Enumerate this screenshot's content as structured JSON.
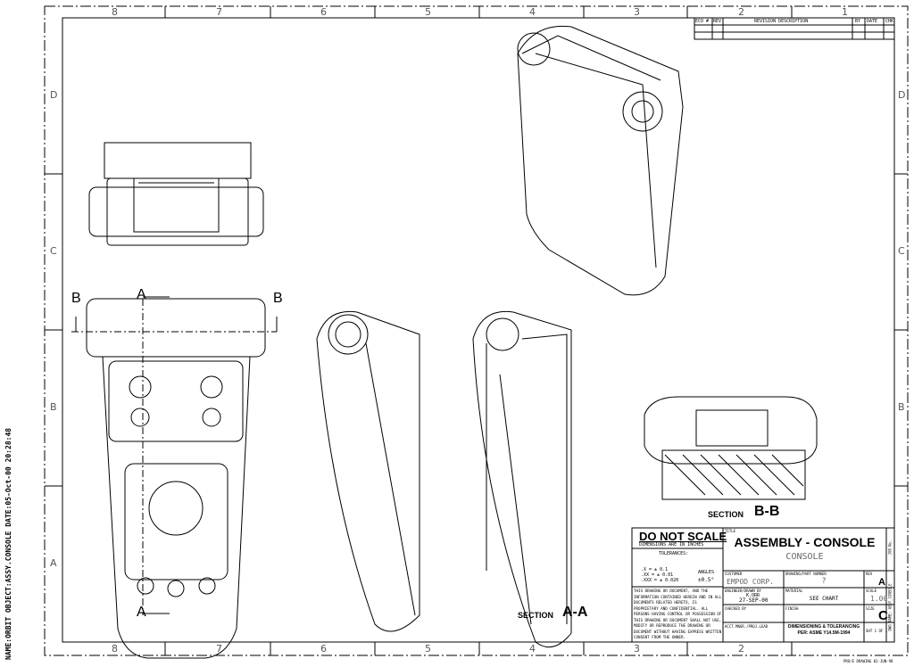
{
  "margin_left_text": "NAME:ORBIT   OBJECT:ASSY.CONSOLE   DATE:05-Oct-00 20:28:48",
  "zones_cols": [
    "8",
    "7",
    "6",
    "5",
    "4",
    "3",
    "2",
    "1"
  ],
  "zones_rows": [
    "D",
    "C",
    "B",
    "A"
  ],
  "revision_table": {
    "headers": [
      "ECO #",
      "REV",
      "REVISION DESCRIPTION",
      "BY",
      "DATE",
      "CHK"
    ]
  },
  "section_labels": {
    "b_left": "B",
    "b_right": "B",
    "a_top": "A",
    "a_bottom": "A",
    "section_bb_word": "SECTION",
    "section_bb": "B-B",
    "section_aa_word": "SECTION",
    "section_aa": "A-A"
  },
  "title_block": {
    "do_not_scale": "DO NOT SCALE",
    "dims": "DIMENSIONS ARE IN INCHES",
    "tolerances_label": "TOLERANCES:",
    "tol_x": ".X   = ± 0.1",
    "tol_xx": ".XX  = ± 0.01",
    "tol_xxx": ".XXX = ± 0.020",
    "angles_label": "ANGLES",
    "angles_val": "±0.5°",
    "proprietary": "THIS DRAWING OR DOCUMENT, AND THE INFORMATION CONTAINED HEREIN AND IN ALL DOCUMENTS RELATED HERETO, IS PROPRIETARY AND CONFIDENTIAL. ALL PERSONS HAVING CONTROL OR POSSESSION OF THIS DRAWING OR DOCUMENT SHALL NOT USE, MODIFY OR REPRODUCE THE DRAWING OR DOCUMENT WITHOUT HAVING EXPRESS WRITTEN CONSENT FROM THE OWNER.",
    "title_label": "TITLE",
    "title": "ASSEMBLY - CONSOLE",
    "subtitle": "CONSOLE",
    "customer_label": "CUSTOMER",
    "customer": "EMPOD CORP.",
    "part_label": "DRAWING/PART NUMBER",
    "part": "?",
    "rev_label": "REV",
    "rev": "A",
    "engineer_label": "ENGINEER/DRAWN BY",
    "engineer": "K.ORR",
    "engineer_date": "27-SEP-00",
    "material_label": "MATERIAL",
    "material": "SEE CHART",
    "scale_label": "SCALE",
    "scale": "1.00",
    "checked_label": "CHECKED BY",
    "finish_label": "FINISH",
    "size_label": "SIZE",
    "size": "C",
    "acct_label": "ACCT.MNGR./PROJ.LEAD",
    "dim_tol": "DIMENSIONING & TOLERANCING",
    "dim_tol_std": "PER: ASME Y14.5M-1994",
    "sheet": "SHT 1 OF 1",
    "footer": "PRO/E DRAWING 02-JUN-98",
    "side_dwg_name": "DWG NAME: ASSY_CONSOLE",
    "side_job": "JOB No."
  }
}
